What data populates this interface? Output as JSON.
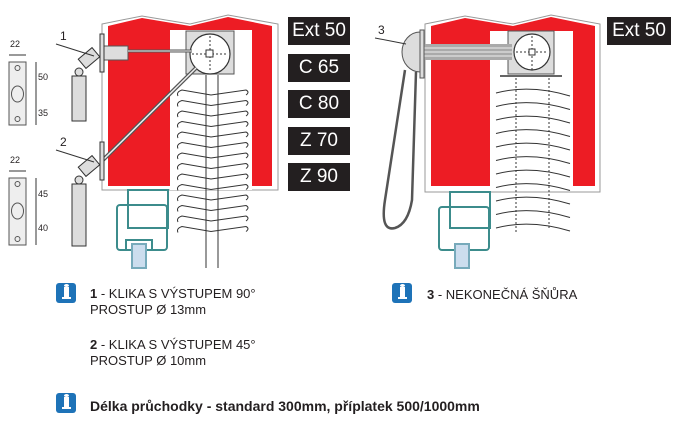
{
  "colors": {
    "housing": "#ed1c24",
    "label_bg": "#231f20",
    "info": "#1e73b8",
    "frame": "#3c8c8c"
  },
  "left_diagram": {
    "callouts": [
      "1",
      "2"
    ],
    "plate_1": {
      "width": "22",
      "upper": "50",
      "lower": "35"
    },
    "plate_2": {
      "width": "22",
      "upper": "45",
      "lower": "40"
    },
    "labels": [
      "Ext 50",
      "C 65",
      "C 80",
      "Z 70",
      "Z 90"
    ]
  },
  "right_diagram": {
    "callouts": [
      "3"
    ],
    "labels": [
      "Ext 50"
    ]
  },
  "notes": {
    "n1_num": "1",
    "n1_line1": " - KLIKA S VÝSTUPEM 90°",
    "n1_line2": "PROSTUP Ø 13mm",
    "n2_num": "2",
    "n2_line1": " - KLIKA S VÝSTUPEM 45°",
    "n2_line2": "PROSTUP Ø 10mm",
    "n3_num": "3",
    "n3_line1": " - NEKONEČNÁ ŠŇŮRA",
    "bottom": "Délka průchodky - standard 300mm, příplatek 500/1000mm"
  }
}
